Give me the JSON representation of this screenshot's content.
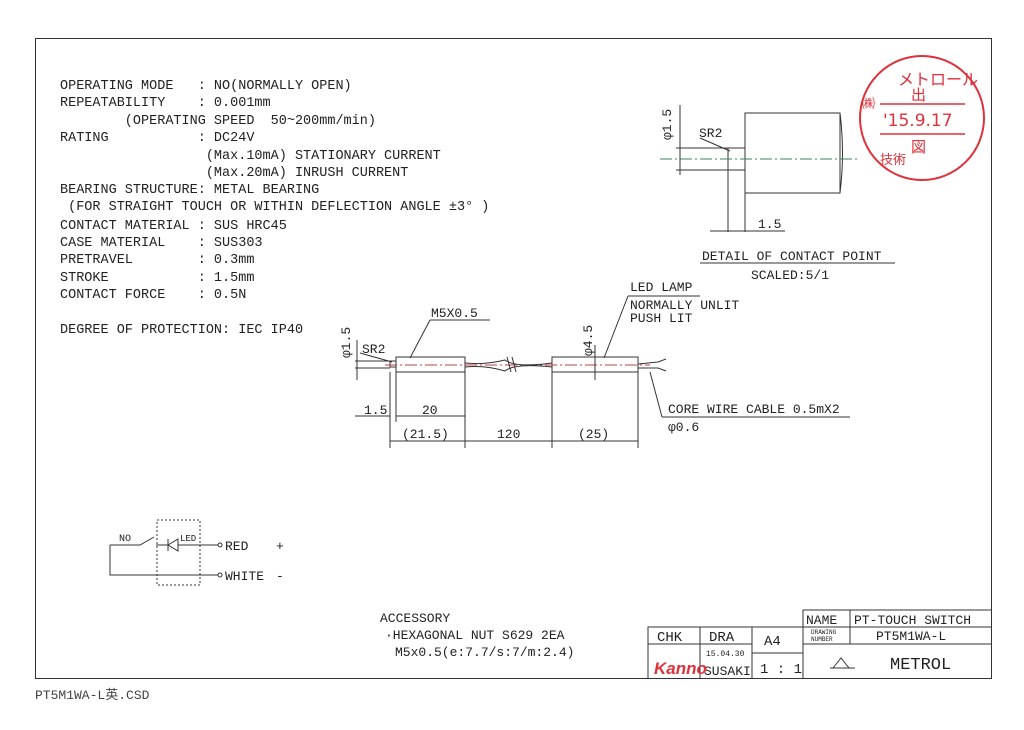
{
  "specs": [
    "OPERATING MODE   : NO(NORMALLY OPEN)",
    "REPEATABILITY    : 0.001mm",
    "        (OPERATING SPEED  50~200mm/min)",
    "RATING           : DC24V",
    "                  (Max.10mA) STATIONARY CURRENT",
    "                  (Max.20mA) INRUSH CURRENT",
    "BEARING STRUCTURE: METAL BEARING",
    " (FOR STRAIGHT TOUCH OR WITHIN DEFLECTION ANGLE ±3° )",
    "CONTACT MATERIAL : SUS HRC45",
    "CASE MATERIAL    : SUS303",
    "PRETRAVEL        : 0.3mm",
    "STROKE           : 1.5mm",
    "CONTACT FORCE    : 0.5N"
  ],
  "protection": "DEGREE OF PROTECTION: IEC IP40",
  "detail": {
    "dia": "φ1.5",
    "sr": "SR2",
    "len": "1.5",
    "title": "DETAIL OF CONTACT POINT",
    "scale": "SCALED:5/1"
  },
  "main_drawing": {
    "thread": "M5X0.5",
    "dia_tip": "φ1.5",
    "sr": "SR2",
    "led_lamp": "LED LAMP",
    "led_note1": "NORMALLY UNLIT",
    "led_note2": "PUSH LIT",
    "dia_body": "φ4.5",
    "dim_tip": "1.5",
    "dim_body": "20",
    "dim_total": "(21.5)",
    "dim_cable": "120",
    "dim_led": "(25)",
    "cable": "CORE WIRE CABLE 0.5mX2",
    "cable_dia": "φ0.6"
  },
  "circuit": {
    "no": "NO",
    "led": "LED",
    "red": "RED",
    "plus": "+",
    "white": "WHITE",
    "minus": "-"
  },
  "accessory": {
    "title": "ACCESSORY",
    "line1": "·HEXAGONAL NUT  S629  2EA",
    "line2": "M5x0.5(e:7.7/s:7/m:2.4)"
  },
  "title_block": {
    "chk": "CHK",
    "dra": "DRA",
    "size": "A4",
    "date": "15.04.30",
    "drafter": "SUSAKI",
    "checker": "Kanno",
    "scale": "1 : 1",
    "name_label": "NAME",
    "name": "PT-TOUCH SWITCH",
    "drawing_number_label1": "DRAWING",
    "drawing_number_label2": "NUMBER",
    "drawing_number": "PT5M1WA-L",
    "company": "METROL"
  },
  "stamp": {
    "top": "メトロール",
    "mid": "出",
    "date": "'15.9.17",
    "bottom": "図",
    "left": "㈱",
    "dept": "技術"
  },
  "filename": "PT5M1WA-L英.CSD",
  "colors": {
    "stamp": "#e0303a",
    "line": "#333333",
    "center_red": "#c04040",
    "center_green": "#3a8a5a"
  }
}
